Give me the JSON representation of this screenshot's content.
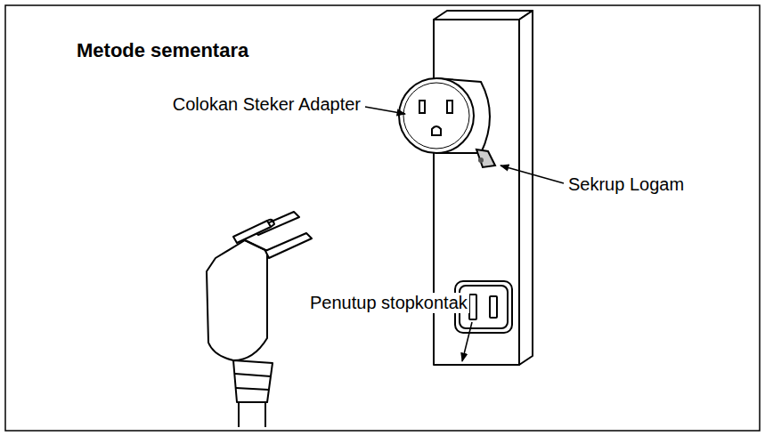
{
  "diagram": {
    "title": "Metode sementara",
    "labels": [
      "Colokan Steker Adapter",
      "Sekrup Logam",
      "Penutup stopkontak"
    ]
  }
}
